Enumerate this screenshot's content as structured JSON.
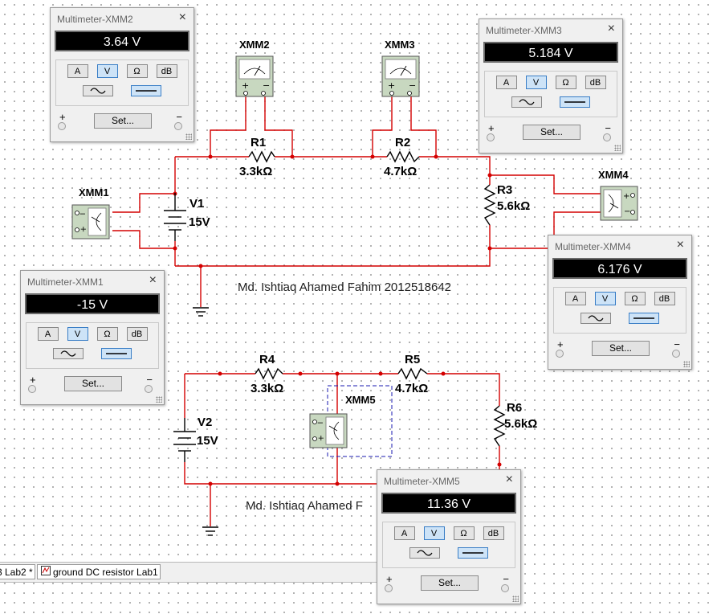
{
  "credit_text": "Md. Ishtiaq Ahamed Fahim 2012518642",
  "credit_text_partial": "Md. Ishtiaq Ahamed F",
  "circuit1": {
    "source": {
      "name": "V1",
      "value": "15V"
    },
    "resistors": [
      {
        "name": "R1",
        "value": "3.3kΩ"
      },
      {
        "name": "R2",
        "value": "4.7kΩ"
      },
      {
        "name": "R3",
        "value": "5.6kΩ"
      }
    ],
    "meters": {
      "xmm1": "XMM1",
      "xmm2": "XMM2",
      "xmm3": "XMM3",
      "xmm4": "XMM4"
    }
  },
  "circuit2": {
    "source": {
      "name": "V2",
      "value": "15V"
    },
    "resistors": [
      {
        "name": "R4",
        "value": "3.3kΩ"
      },
      {
        "name": "R5",
        "value": "4.7kΩ"
      },
      {
        "name": "R6",
        "value": "5.6kΩ"
      }
    ],
    "meters": {
      "xmm5": "XMM5"
    }
  },
  "multimeters": [
    {
      "id": "xmm2",
      "title": "Multimeter-XMM2",
      "reading": "3.64 V",
      "selected_mode": "V",
      "selected_wave": "dc"
    },
    {
      "id": "xmm3",
      "title": "Multimeter-XMM3",
      "reading": "5.184 V",
      "selected_mode": "V",
      "selected_wave": "dc"
    },
    {
      "id": "xmm4",
      "title": "Multimeter-XMM4",
      "reading": "6.176 V",
      "selected_mode": "V",
      "selected_wave": "dc"
    },
    {
      "id": "xmm1",
      "title": "Multimeter-XMM1",
      "reading": "-15 V",
      "selected_mode": "V",
      "selected_wave": "dc"
    },
    {
      "id": "xmm5",
      "title": "Multimeter-XMM5",
      "reading": "11.36 V",
      "selected_mode": "V",
      "selected_wave": "dc"
    }
  ],
  "meter_controls": {
    "modes": [
      "A",
      "V",
      "Ω",
      "dB"
    ],
    "set_label": "Set...",
    "plus": "+",
    "minus": "−",
    "close": "×"
  },
  "tabs": [
    {
      "label": "3 Lab2 *"
    },
    {
      "label": "ground DC resistor Lab1"
    }
  ],
  "colors": {
    "wire": "#d40000",
    "selection": "#1a1ab0",
    "display_bg": "#000000"
  }
}
